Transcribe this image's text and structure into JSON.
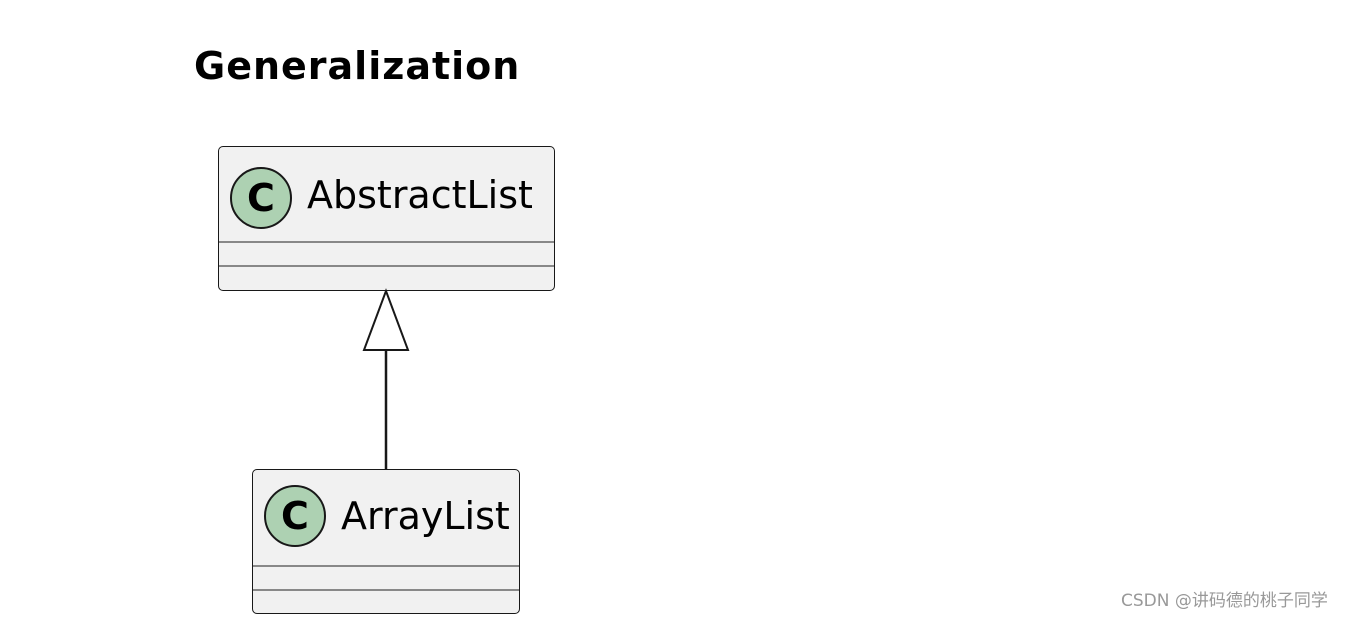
{
  "diagram": {
    "title": "Generalization",
    "classes": [
      {
        "id": "abstract-list",
        "stereotype_icon": "C",
        "name": "AbstractList"
      },
      {
        "id": "array-list",
        "stereotype_icon": "C",
        "name": "ArrayList"
      }
    ],
    "relations": [
      {
        "type": "generalization",
        "from": "ArrayList",
        "to": "AbstractList"
      }
    ],
    "colors": {
      "class_fill": "#f1f1f1",
      "class_border": "#181818",
      "icon_fill": "#add1b2",
      "separator": "#888888"
    }
  },
  "watermark": "CSDN @讲码德的桃子同学"
}
